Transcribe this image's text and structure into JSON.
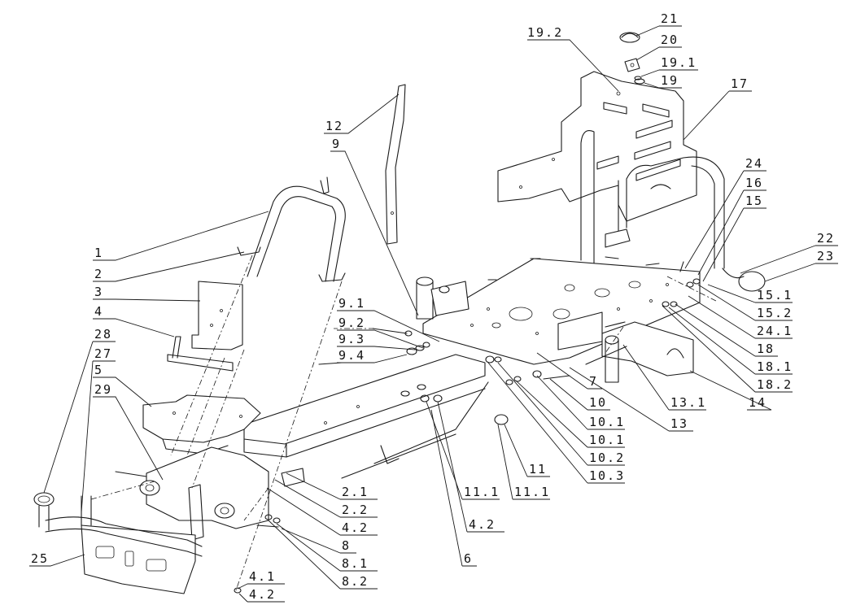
{
  "callouts": [
    {
      "id": "21",
      "label": "21"
    },
    {
      "id": "20",
      "label": "20"
    },
    {
      "id": "19-2",
      "label": "19.2"
    },
    {
      "id": "19-1",
      "label": "19.1"
    },
    {
      "id": "19",
      "label": "19"
    },
    {
      "id": "17",
      "label": "17"
    },
    {
      "id": "12",
      "label": "12"
    },
    {
      "id": "9",
      "label": "9"
    },
    {
      "id": "24",
      "label": "24"
    },
    {
      "id": "16",
      "label": "16"
    },
    {
      "id": "15",
      "label": "15"
    },
    {
      "id": "22",
      "label": "22"
    },
    {
      "id": "23",
      "label": "23"
    },
    {
      "id": "15-1",
      "label": "15.1"
    },
    {
      "id": "15-2",
      "label": "15.2"
    },
    {
      "id": "24-1",
      "label": "24.1"
    },
    {
      "id": "18",
      "label": "18"
    },
    {
      "id": "18-1",
      "label": "18.1"
    },
    {
      "id": "18-2",
      "label": "18.2"
    },
    {
      "id": "14",
      "label": "14"
    },
    {
      "id": "13-1",
      "label": "13.1"
    },
    {
      "id": "13",
      "label": "13"
    },
    {
      "id": "7",
      "label": "7"
    },
    {
      "id": "10",
      "label": "10"
    },
    {
      "id": "10-1a",
      "label": "10.1"
    },
    {
      "id": "10-1b",
      "label": "10.1"
    },
    {
      "id": "10-2",
      "label": "10.2"
    },
    {
      "id": "10-3",
      "label": "10.3"
    },
    {
      "id": "11",
      "label": "11"
    },
    {
      "id": "11-1a",
      "label": "11.1"
    },
    {
      "id": "11-1b",
      "label": "11.1"
    },
    {
      "id": "4-2c",
      "label": "4.2"
    },
    {
      "id": "6",
      "label": "6"
    },
    {
      "id": "1",
      "label": "1"
    },
    {
      "id": "2",
      "label": "2"
    },
    {
      "id": "3",
      "label": "3"
    },
    {
      "id": "4",
      "label": "4"
    },
    {
      "id": "9-1",
      "label": "9.1"
    },
    {
      "id": "9-2",
      "label": "9.2"
    },
    {
      "id": "9-3",
      "label": "9.3"
    },
    {
      "id": "9-4",
      "label": "9.4"
    },
    {
      "id": "28",
      "label": "28"
    },
    {
      "id": "27",
      "label": "27"
    },
    {
      "id": "5",
      "label": "5"
    },
    {
      "id": "29",
      "label": "29"
    },
    {
      "id": "2-1",
      "label": "2.1"
    },
    {
      "id": "2-2",
      "label": "2.2"
    },
    {
      "id": "4-2b",
      "label": "4.2"
    },
    {
      "id": "8",
      "label": "8"
    },
    {
      "id": "8-1",
      "label": "8.1"
    },
    {
      "id": "8-2",
      "label": "8.2"
    },
    {
      "id": "25",
      "label": "25"
    },
    {
      "id": "4-1",
      "label": "4.1"
    },
    {
      "id": "4-2a",
      "label": "4.2"
    }
  ]
}
